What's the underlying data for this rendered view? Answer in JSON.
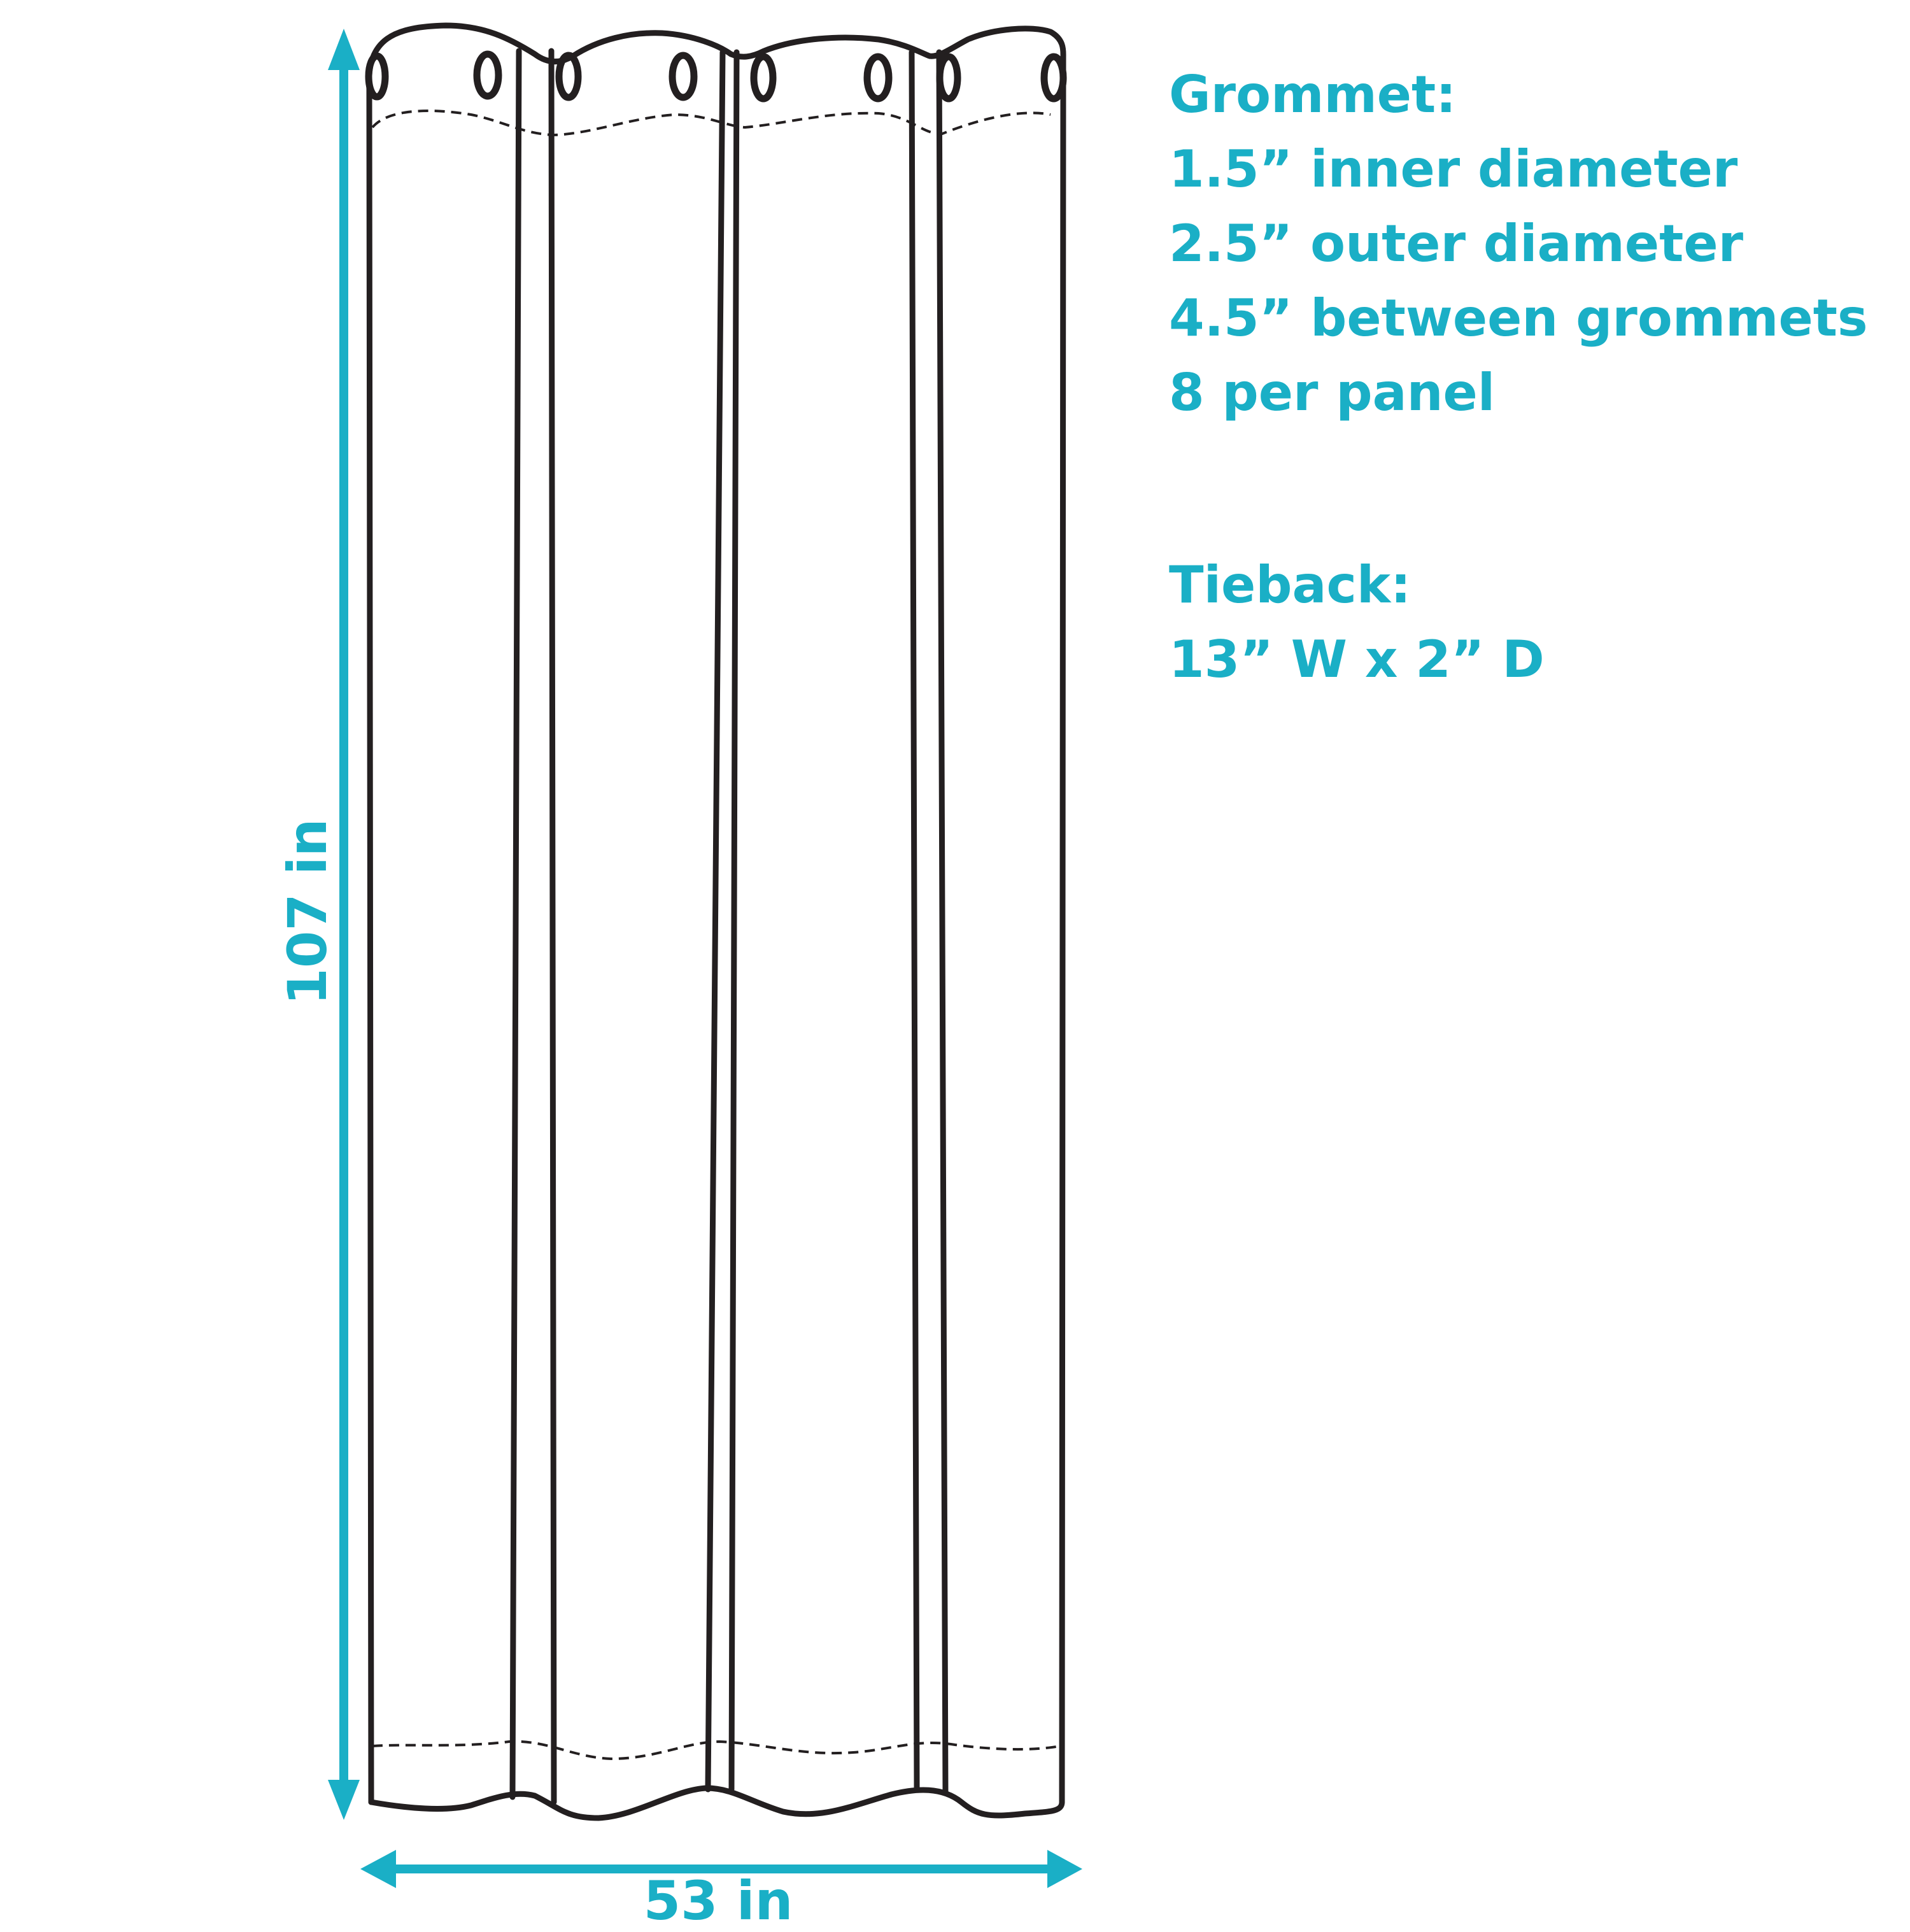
{
  "colors": {
    "accent": "#1AAFC6",
    "outline": "#231F20",
    "background": "#FFFFFF"
  },
  "dimensions": {
    "height_label": "107 in",
    "width_label": "53 in"
  },
  "grommet": {
    "heading": "Grommet:",
    "lines": [
      "1.5” inner diameter",
      "2.5” outer diameter",
      "4.5” between grommets",
      "8 per panel"
    ]
  },
  "tieback": {
    "heading": "Tieback:",
    "lines": [
      "13” W x 2” D"
    ]
  },
  "curtain": {
    "grommet_count": 8,
    "panel_folds": 4
  }
}
